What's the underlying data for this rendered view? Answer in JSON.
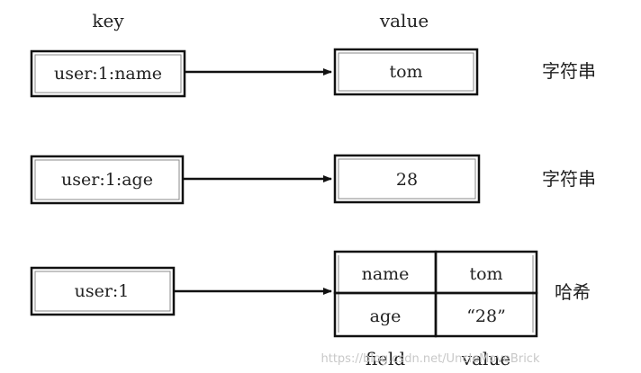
{
  "headers": {
    "key": "key",
    "value": "value"
  },
  "rows": [
    {
      "key": "user:1:name",
      "value": "tom",
      "type": "字符串"
    },
    {
      "key": "user:1:age",
      "value": "28",
      "type": "字符串"
    },
    {
      "key": "user:1",
      "type": "哈希",
      "hash": [
        {
          "field": "name",
          "value": "tom"
        },
        {
          "field": "age",
          "value": "“28”"
        }
      ]
    }
  ],
  "footer": {
    "field": "field",
    "value": "value"
  },
  "watermark": "https://blog.csdn.net/UncleMoveBrick"
}
